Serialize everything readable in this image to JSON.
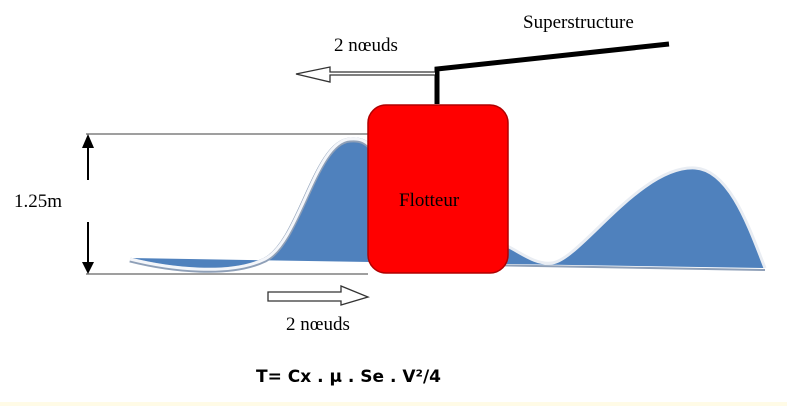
{
  "labels": {
    "superstructure": "Superstructure",
    "speed_top": "2 nœuds",
    "speed_bottom": "2 nœuds",
    "height": "1.25m",
    "float": "Flotteur"
  },
  "formula": "T= Cx . µ . Se . V²/4",
  "colors": {
    "water": "#4f81bd",
    "float": "#ff0000",
    "structure": "#000000"
  }
}
